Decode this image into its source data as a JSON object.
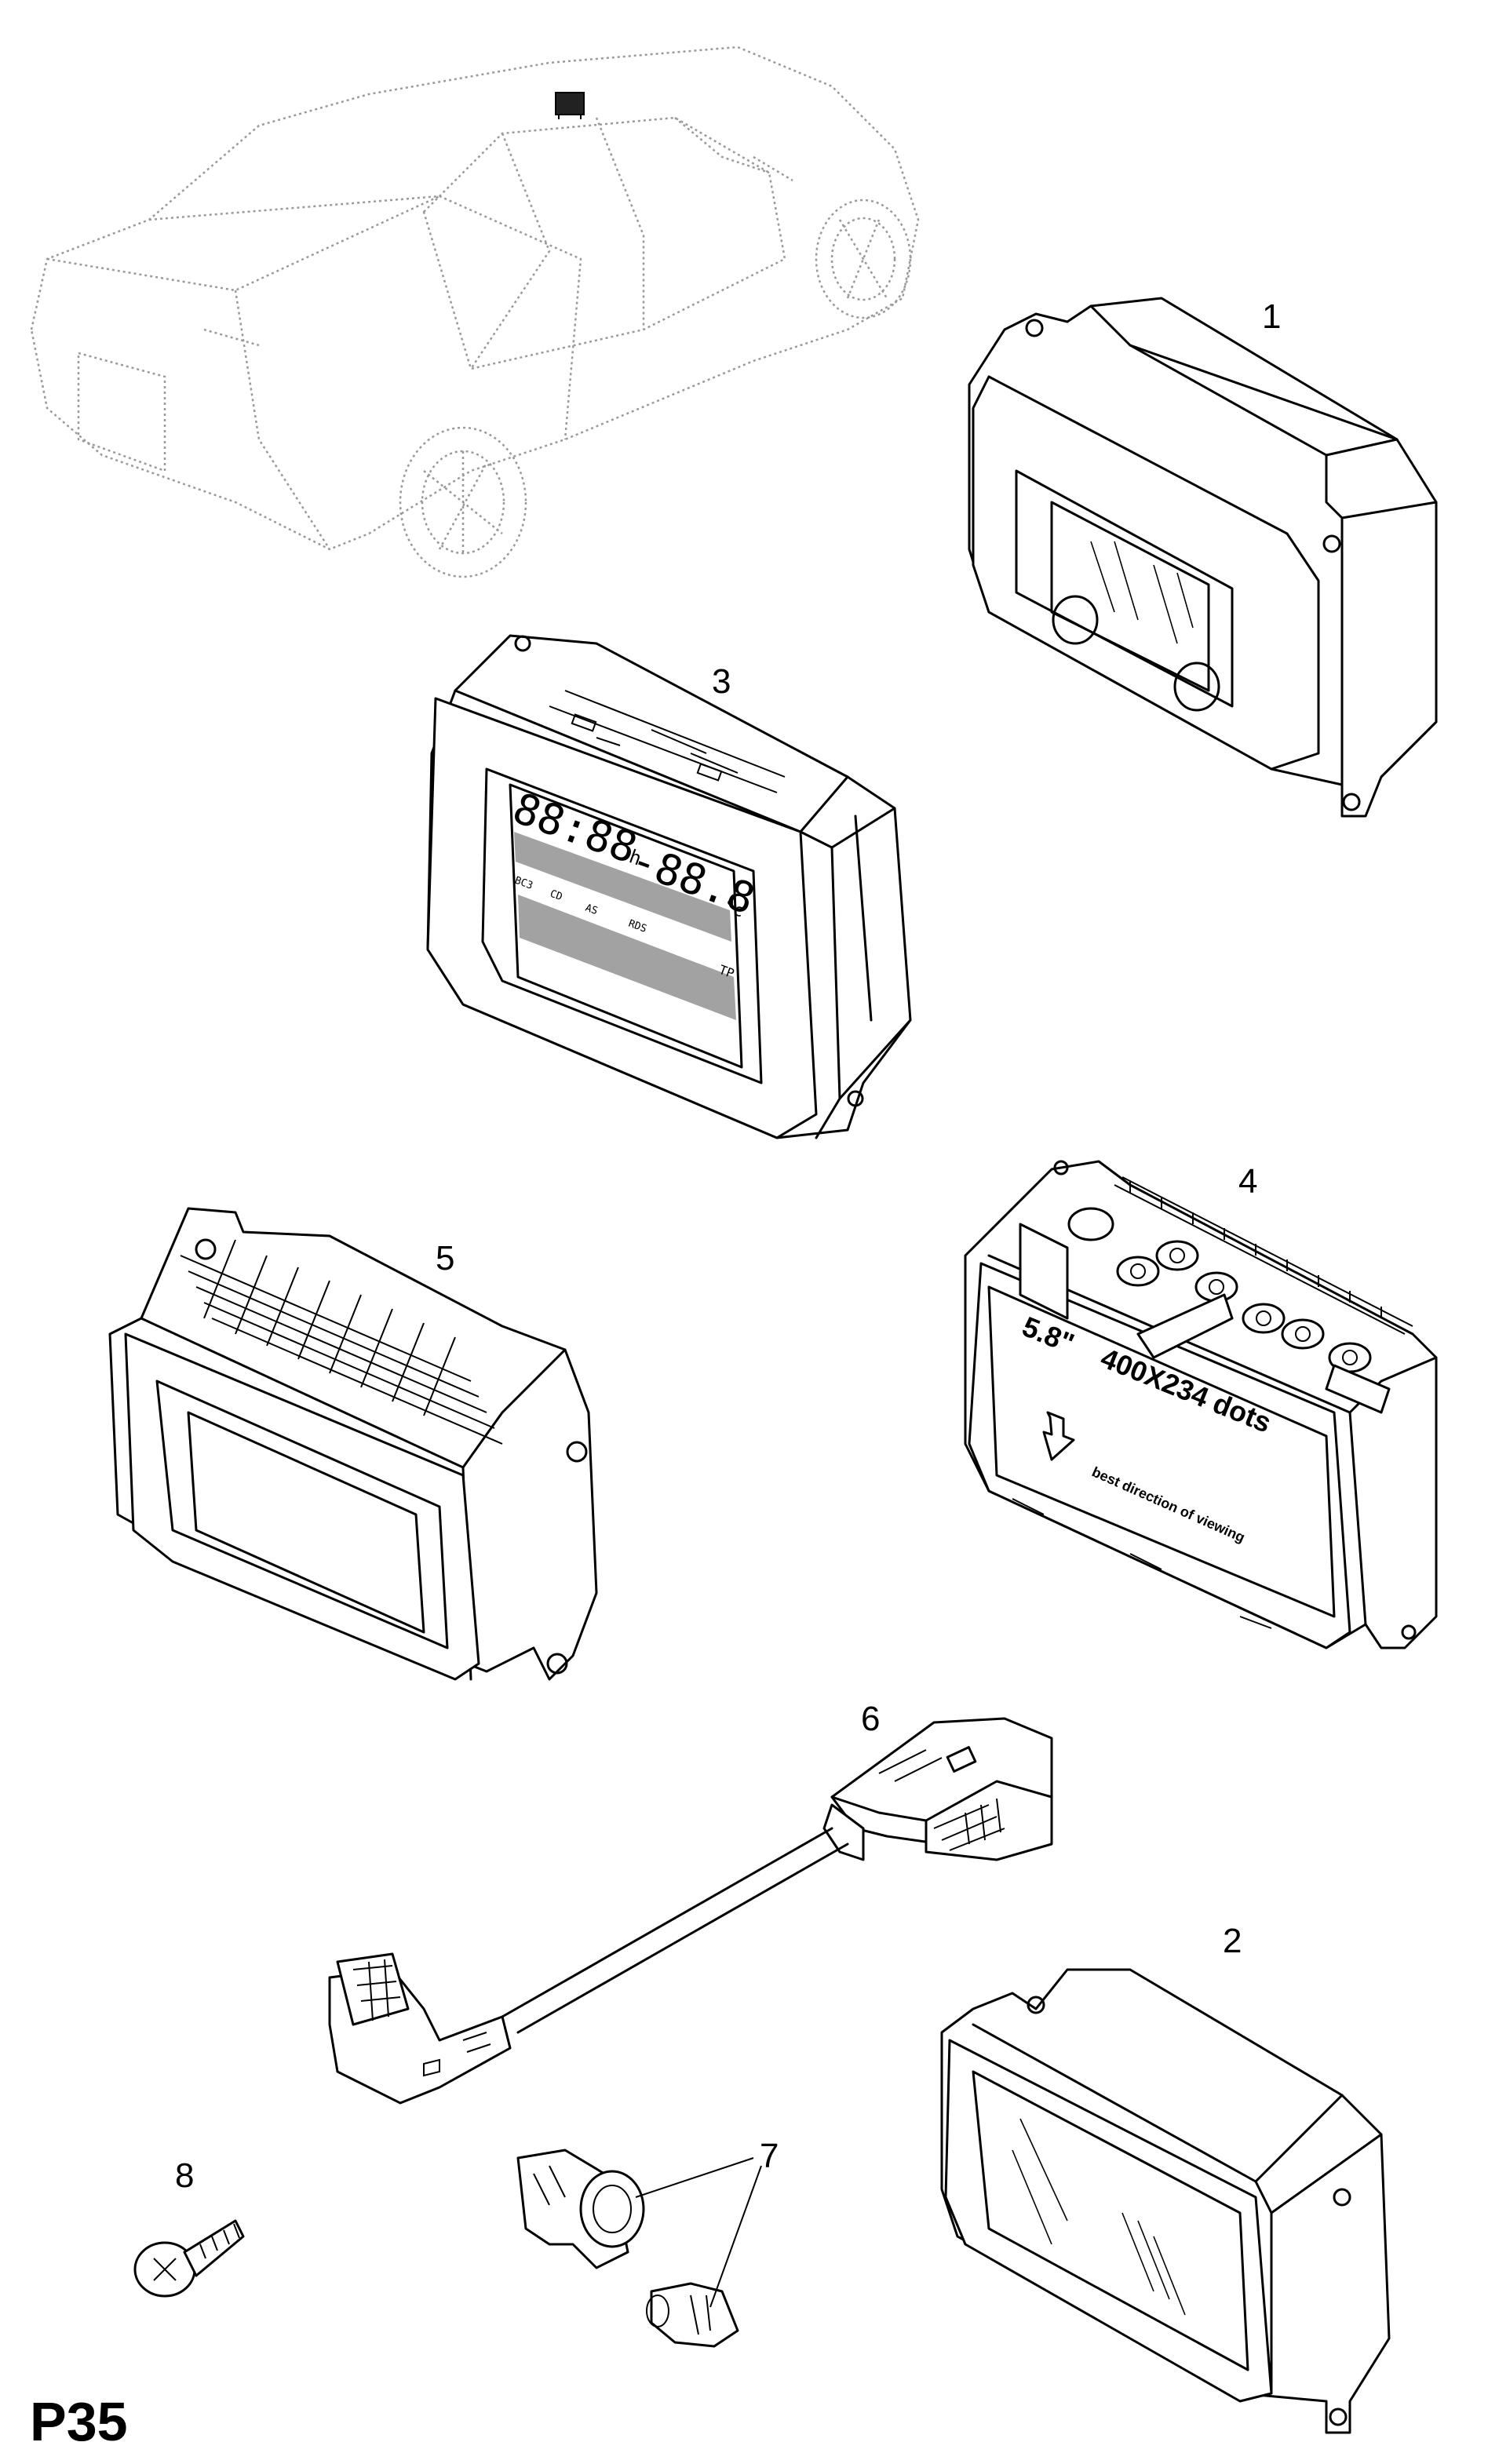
{
  "page": {
    "code": "P35"
  },
  "callouts": [
    {
      "id": "1",
      "label": "1"
    },
    {
      "id": "2",
      "label": "2"
    },
    {
      "id": "3",
      "label": "3"
    },
    {
      "id": "4",
      "label": "4"
    },
    {
      "id": "5",
      "label": "5"
    },
    {
      "id": "6",
      "label": "6"
    },
    {
      "id": "7",
      "label": "7"
    },
    {
      "id": "8",
      "label": "8"
    }
  ],
  "part3_display": {
    "clock": "88:88",
    "clock_unit": "h",
    "temperature": "-88.8",
    "temp_unit": "°c",
    "indicators": [
      "BC3",
      "CD",
      "AS",
      "RDS",
      "TP"
    ]
  },
  "part4_display": {
    "size_text": "5.8\"",
    "resolution_text": "400X234 dots",
    "viewing_text": "best direction of viewing"
  },
  "colors": {
    "line": "#000000",
    "vehicle_ghost": "#9a9a9a",
    "background": "#ffffff"
  }
}
